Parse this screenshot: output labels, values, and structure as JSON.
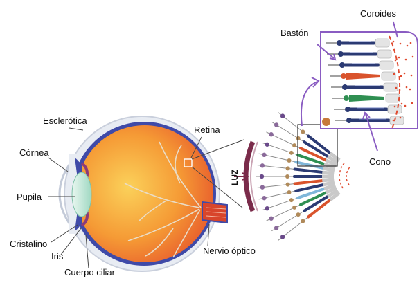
{
  "labels": {
    "esclerotica": "Esclerótica",
    "cornea": "Córnea",
    "pupila": "Pupila",
    "cristalino": "Cristalino",
    "iris": "Iris",
    "cuerpo_ciliar": "Cuerpo ciliar",
    "retina": "Retina",
    "nervio_optico": "Nervio óptico",
    "luz": "LUZ",
    "baston": "Bastón",
    "coroides": "Coroides",
    "cono": "Cono"
  },
  "colors": {
    "eye_fill_light": "#f7b23c",
    "eye_fill_dark": "#e8562a",
    "sclera_rim": "#3f4aa8",
    "lens": "#bfe6d6",
    "rod": "#2b3a73",
    "cone_red": "#d9532c",
    "cone_green": "#2f8f52",
    "cone_blue": "#7fb6d9",
    "callout_purple": "#8a5cc2",
    "choroid_dots": "#e04a2f"
  }
}
